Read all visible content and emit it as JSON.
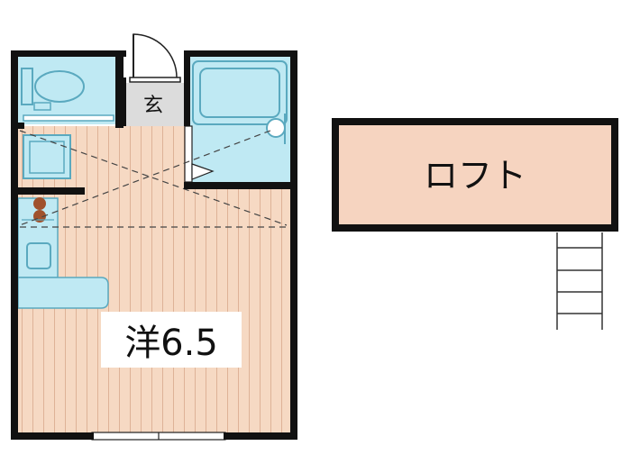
{
  "floorplan": {
    "rooms": {
      "entrance_label": "玄",
      "main_room_label": "洋6.5",
      "loft_label": "ロフト"
    },
    "colors": {
      "wall": "#111111",
      "floor_wood": "#f6d9c3",
      "floor_lines": "#d9a88c",
      "fixture_blue": "#bfe9f3",
      "fixture_edge": "#5aa9bf",
      "entrance_gray": "#dcdcdc",
      "loft_fill": "#f6d4c0"
    },
    "fixtures": [
      "toilet-icon",
      "bathtub-icon",
      "washbasin-icon",
      "washing-machine-icon",
      "stove-icon",
      "sink-icon",
      "ladder-icon",
      "door-icon"
    ]
  }
}
